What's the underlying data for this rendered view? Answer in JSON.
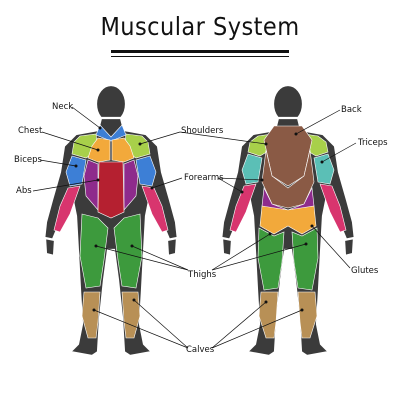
{
  "title": "Muscular System",
  "labels": {
    "neck": "Neck",
    "chest": "Chest",
    "biceps": "Biceps",
    "abs": "Abs",
    "shoulders": "Shoulders",
    "forearms": "Forearms",
    "thighs": "Thighs",
    "calves": "Calves",
    "back": "Back",
    "triceps": "Triceps",
    "glutes": "Glutes"
  },
  "colors": {
    "body": "#3b3b3b",
    "neck": "#3d7fd6",
    "shoulders": "#a8d04a",
    "chest": "#f2a93b",
    "biceps": "#3d7fd6",
    "abs": "#b52030",
    "obliques": "#8e2b8c",
    "forearms": "#d8356e",
    "thighs": "#3d9a3d",
    "calves": "#b89056",
    "back": "#8a5a45",
    "triceps": "#5bbfb6",
    "glutes": "#f2a93b"
  }
}
